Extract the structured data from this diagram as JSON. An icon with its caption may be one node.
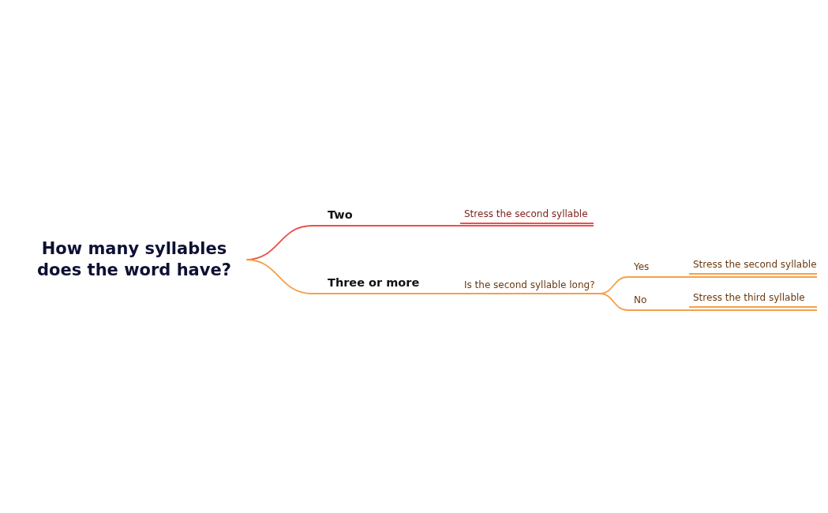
{
  "diagram": {
    "nodes": [
      {
        "text": [
          "How many syllables does the word have?"
        ]
      },
      {
        "text": [
          "Two"
        ]
      },
      {
        "text": [
          "Stress the second syllable"
        ]
      },
      {
        "text": [
          "Three or more"
        ]
      },
      {
        "text": [
          "Is the second syllable long?"
        ]
      },
      {
        "text": [
          "Yes"
        ]
      },
      {
        "text": [
          "Stress the second syllable"
        ]
      },
      {
        "text": [
          "No"
        ]
      },
      {
        "text": [
          "Stress the third syllable"
        ]
      }
    ],
    "edges": [
      {
        "from": 0,
        "to": 1,
        "arrow": "none",
        "color": "#f04e48"
      },
      {
        "from": 1,
        "to": 2,
        "arrow": "none",
        "color": "#f04e48"
      },
      {
        "from": 0,
        "to": 3,
        "arrow": "none"
      },
      {
        "from": 3,
        "to": 4,
        "arrow": "none"
      },
      {
        "from": 4,
        "to": 5,
        "arrow": "none"
      },
      {
        "from": 5,
        "to": 6,
        "arrow": "none"
      },
      {
        "from": 4,
        "to": 7,
        "arrow": "none"
      },
      {
        "from": 7,
        "to": 8,
        "arrow": "none"
      }
    ]
  }
}
